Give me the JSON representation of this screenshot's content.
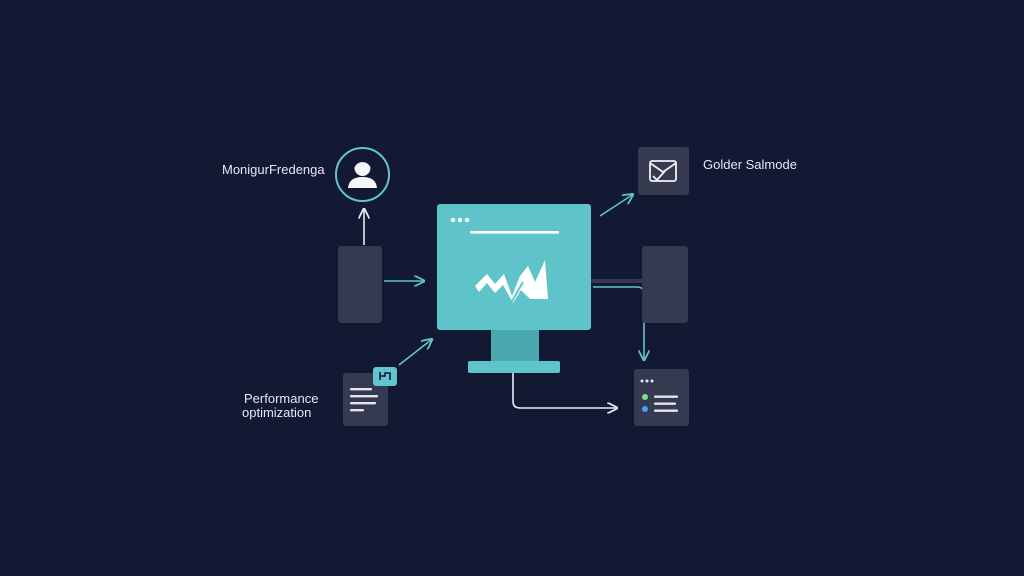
{
  "labels": {
    "user": "MonigurFredenga",
    "performance_line1": "Performance",
    "performance_line2": "optimization",
    "other": "Golder Salmode"
  },
  "icons": {
    "avatar": "user-avatar-icon",
    "mail": "mail-check-icon",
    "document": "document-lines-icon",
    "list": "list-card-icon",
    "chart": "zigzag-chart-icon"
  },
  "colors": {
    "background": "#131833",
    "accent": "#5ec4ca",
    "card": "#363a50",
    "status_green": "#7ee08a",
    "status_blue": "#4a9ff5"
  }
}
